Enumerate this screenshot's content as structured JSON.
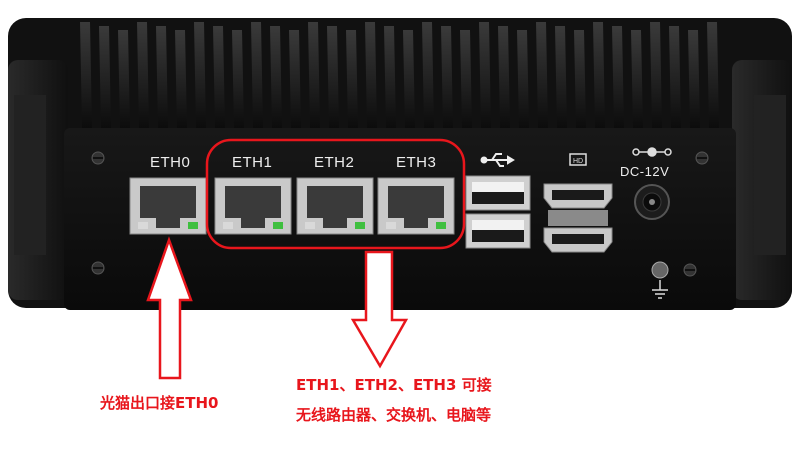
{
  "device": {
    "port_labels": [
      "ETH0",
      "ETH1",
      "ETH2",
      "ETH3"
    ],
    "power_label": "DC-12V",
    "usb_icon": "usb-icon",
    "hdmi_icon": "hdmi-icon",
    "ground_icon": "ground-icon"
  },
  "annotations": {
    "eth0_note": "光猫出口接ETH0",
    "lan_note_line1": "ETH1、ETH2、ETH3 可接",
    "lan_note_line2": "无线路由器、交换机、电脑等"
  },
  "colors": {
    "annotation": "#e8161c",
    "chassis": "#121212",
    "port_led": "#3fbf3f"
  }
}
